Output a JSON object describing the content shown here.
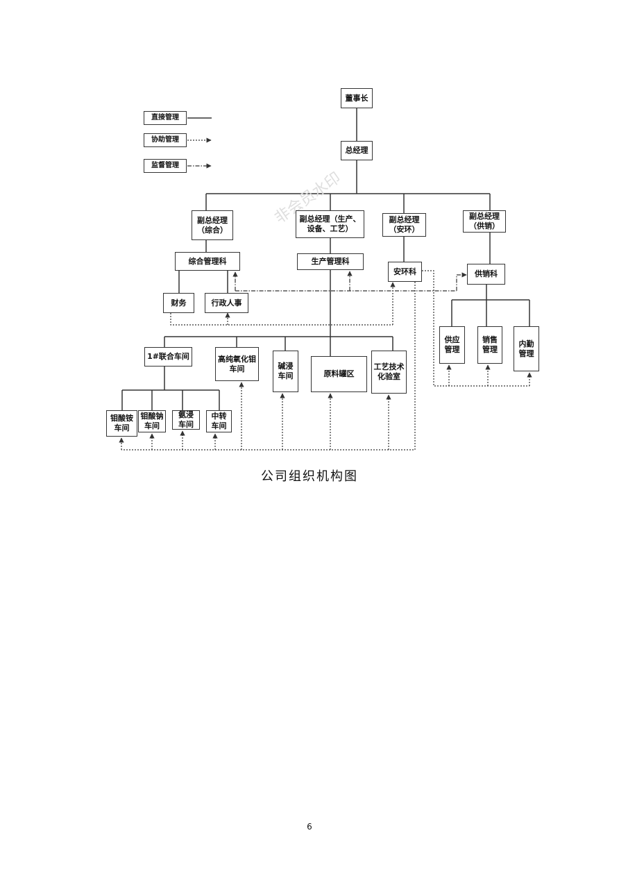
{
  "legend": {
    "direct": "直接管理",
    "assist": "协助管理",
    "supervise": "监督管理"
  },
  "nodes": {
    "chairman": "董事长",
    "gm": "总经理",
    "vp_general": "副总经理\n（综合）",
    "vp_production": "副总经理（生产、\n设备、工艺）",
    "vp_safety": "副总经理\n（安环）",
    "vp_supply": "副总经理\n（供销）",
    "general_dept": "综合管理科",
    "production_dept": "生产管理科",
    "safety_dept": "安环科",
    "supply_dept": "供销科",
    "finance": "财务",
    "admin_hr": "行政人事",
    "joint_workshop": "1#联合车间",
    "hp_moo3_workshop": "高纯氧化钼\n车间",
    "alkali_workshop": "碱浸\n车间",
    "raw_tank_area": "原料罐区",
    "process_lab": "工艺技术\n化验室",
    "amm_molybdate": "钼酸铵\n车间",
    "sod_molybdate": "钼酸钠\n车间",
    "ammonia_leach": "氨浸\n车间",
    "transfer": "中转\n车间",
    "supply_mgmt": "供应\n管理",
    "sales_mgmt": "销售\n管理",
    "internal_mgmt": "内勤\n管理"
  },
  "watermark": "非会员水印",
  "caption": "公司组织机构图",
  "page_number": "6"
}
